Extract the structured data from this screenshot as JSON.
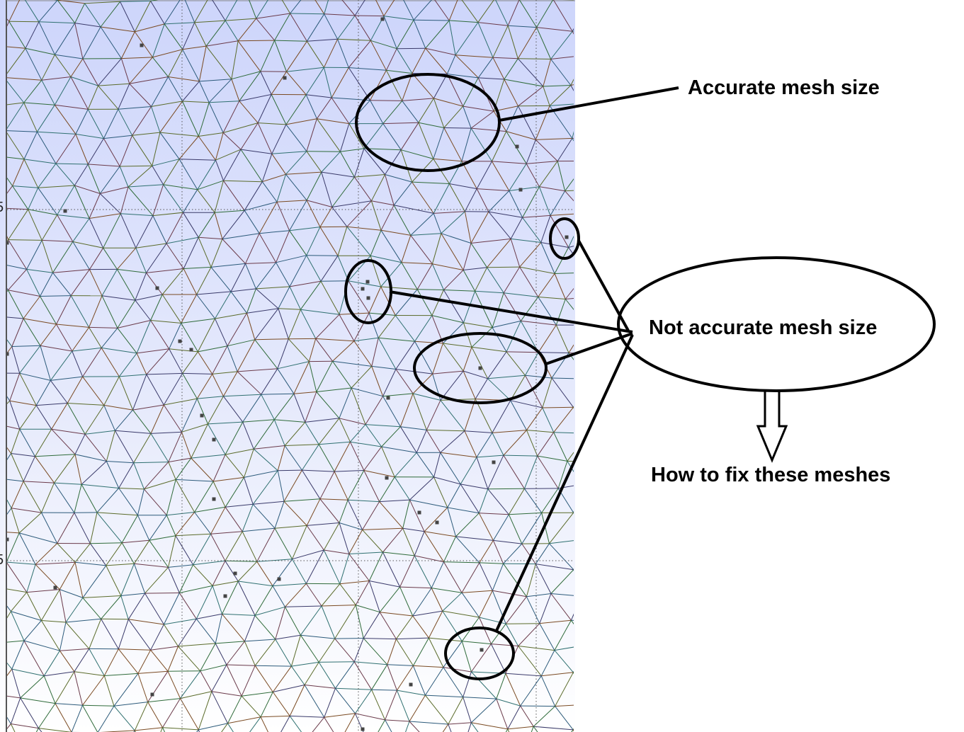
{
  "annotations": {
    "accurate_label": "Accurate mesh size",
    "not_accurate_label": "Not accurate mesh size",
    "fix_label": "How to fix these meshes"
  },
  "axis_ticks": {
    "upper": "5",
    "lower": "5"
  },
  "colors": {
    "background_top": "#cdd5fb",
    "background_bottom": "#ffffff",
    "annotation_ink": "#000000"
  }
}
